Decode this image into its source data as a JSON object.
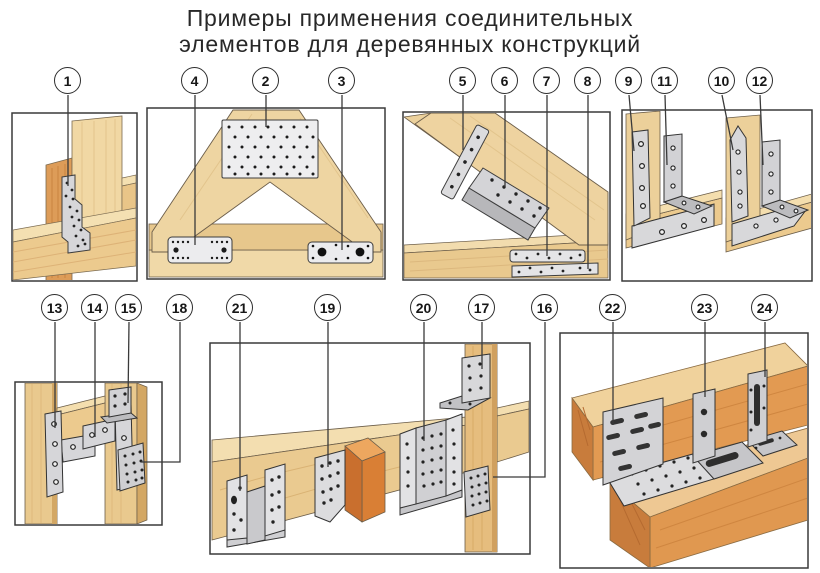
{
  "title": {
    "line1": "Примеры применения соединительных",
    "line2": "элементов для деревянных конструкций"
  },
  "callouts": [
    {
      "num": "1"
    },
    {
      "num": "4"
    },
    {
      "num": "2"
    },
    {
      "num": "3"
    },
    {
      "num": "5"
    },
    {
      "num": "6"
    },
    {
      "num": "7"
    },
    {
      "num": "8"
    },
    {
      "num": "9"
    },
    {
      "num": "11"
    },
    {
      "num": "10"
    },
    {
      "num": "12"
    },
    {
      "num": "13"
    },
    {
      "num": "14"
    },
    {
      "num": "15"
    },
    {
      "num": "18"
    },
    {
      "num": "21"
    },
    {
      "num": "19"
    },
    {
      "num": "20"
    },
    {
      "num": "17"
    },
    {
      "num": "16"
    },
    {
      "num": "22"
    },
    {
      "num": "23"
    },
    {
      "num": "24"
    }
  ],
  "panels": [
    {
      "alt": "post-and-beam joint with offset perforated strap (item 1)"
    },
    {
      "alt": "truss apex with nail plate and two base plates (items 2,3,4)"
    },
    {
      "alt": "rafter connection with straps and angled gusset (items 5-8)"
    },
    {
      "alt": "frame corners with flat L-braces and angle brackets (items 9-12)"
    },
    {
      "alt": "stud-and-rail joint with T-plates, angle bracket, nail plate (items 13,14,15,18)"
    },
    {
      "alt": "beam with joist hangers, angle bracket and nail plate (items 16,17,19,20,21)"
    },
    {
      "alt": "stacked beams with slotted angle brackets (items 22,23,24)"
    }
  ],
  "colors": {
    "wood_light": "#f1d8a4",
    "wood_top": "#f4e0b2",
    "wood_mid": "#ecca8e",
    "wood_front_orange": "#e29a52",
    "wood_side_dark": "#c87c3c",
    "metal": "#d6d6d9",
    "metal_dark": "#bcbcbf",
    "hole": "#222222",
    "outline": "#3a3a3a",
    "leader": "#3a3a3a",
    "circle_border": "#2e2e2e",
    "background": "#ffffff"
  }
}
